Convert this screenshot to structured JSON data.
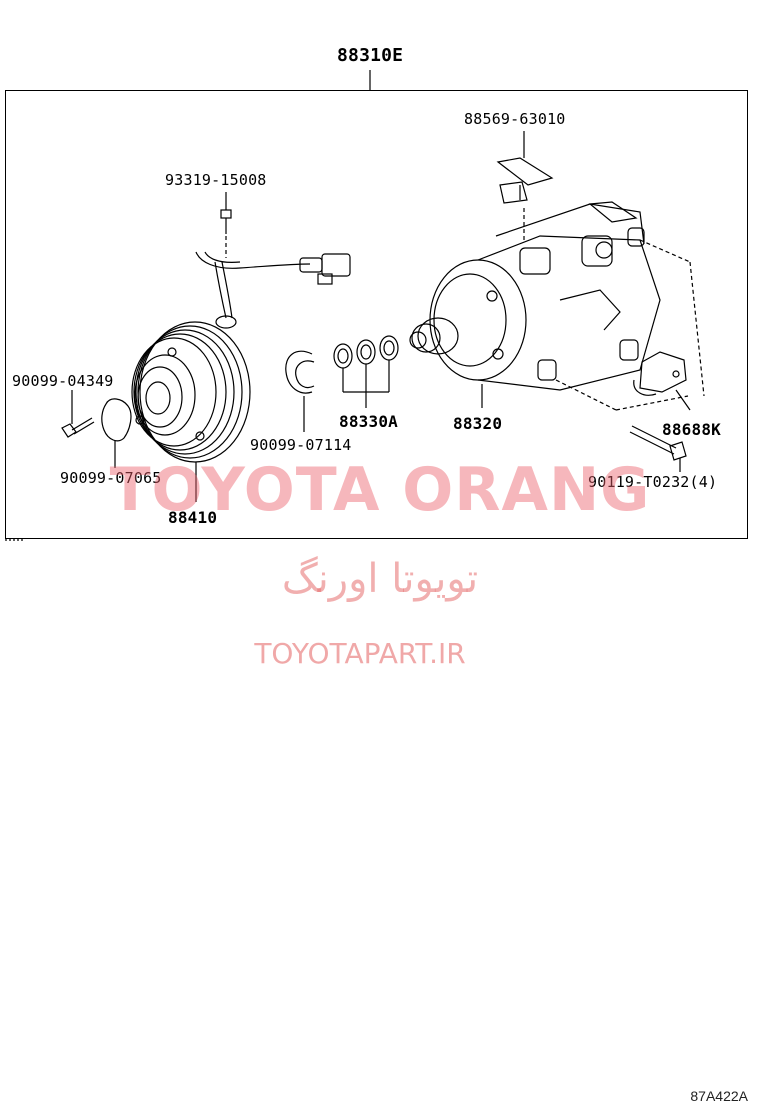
{
  "diagram": {
    "assembly_label": "88310E",
    "labels": {
      "bracket": "88569-63010",
      "bolt_top": "93319-15008",
      "bolt_left": "90099-04349",
      "shim": "90099-07065",
      "clutch": "88410",
      "snap_ring": "90099-07114",
      "orings": "88330A",
      "compressor": "88320",
      "stay": "88688K",
      "mount_bolt": "90119-T0232(4)"
    },
    "figure_code": "87A422A"
  },
  "watermark": {
    "main": "TOYOTA ORANG",
    "persian": "تویوتا اورنگ",
    "url": "TOYOTAPART.IR"
  }
}
